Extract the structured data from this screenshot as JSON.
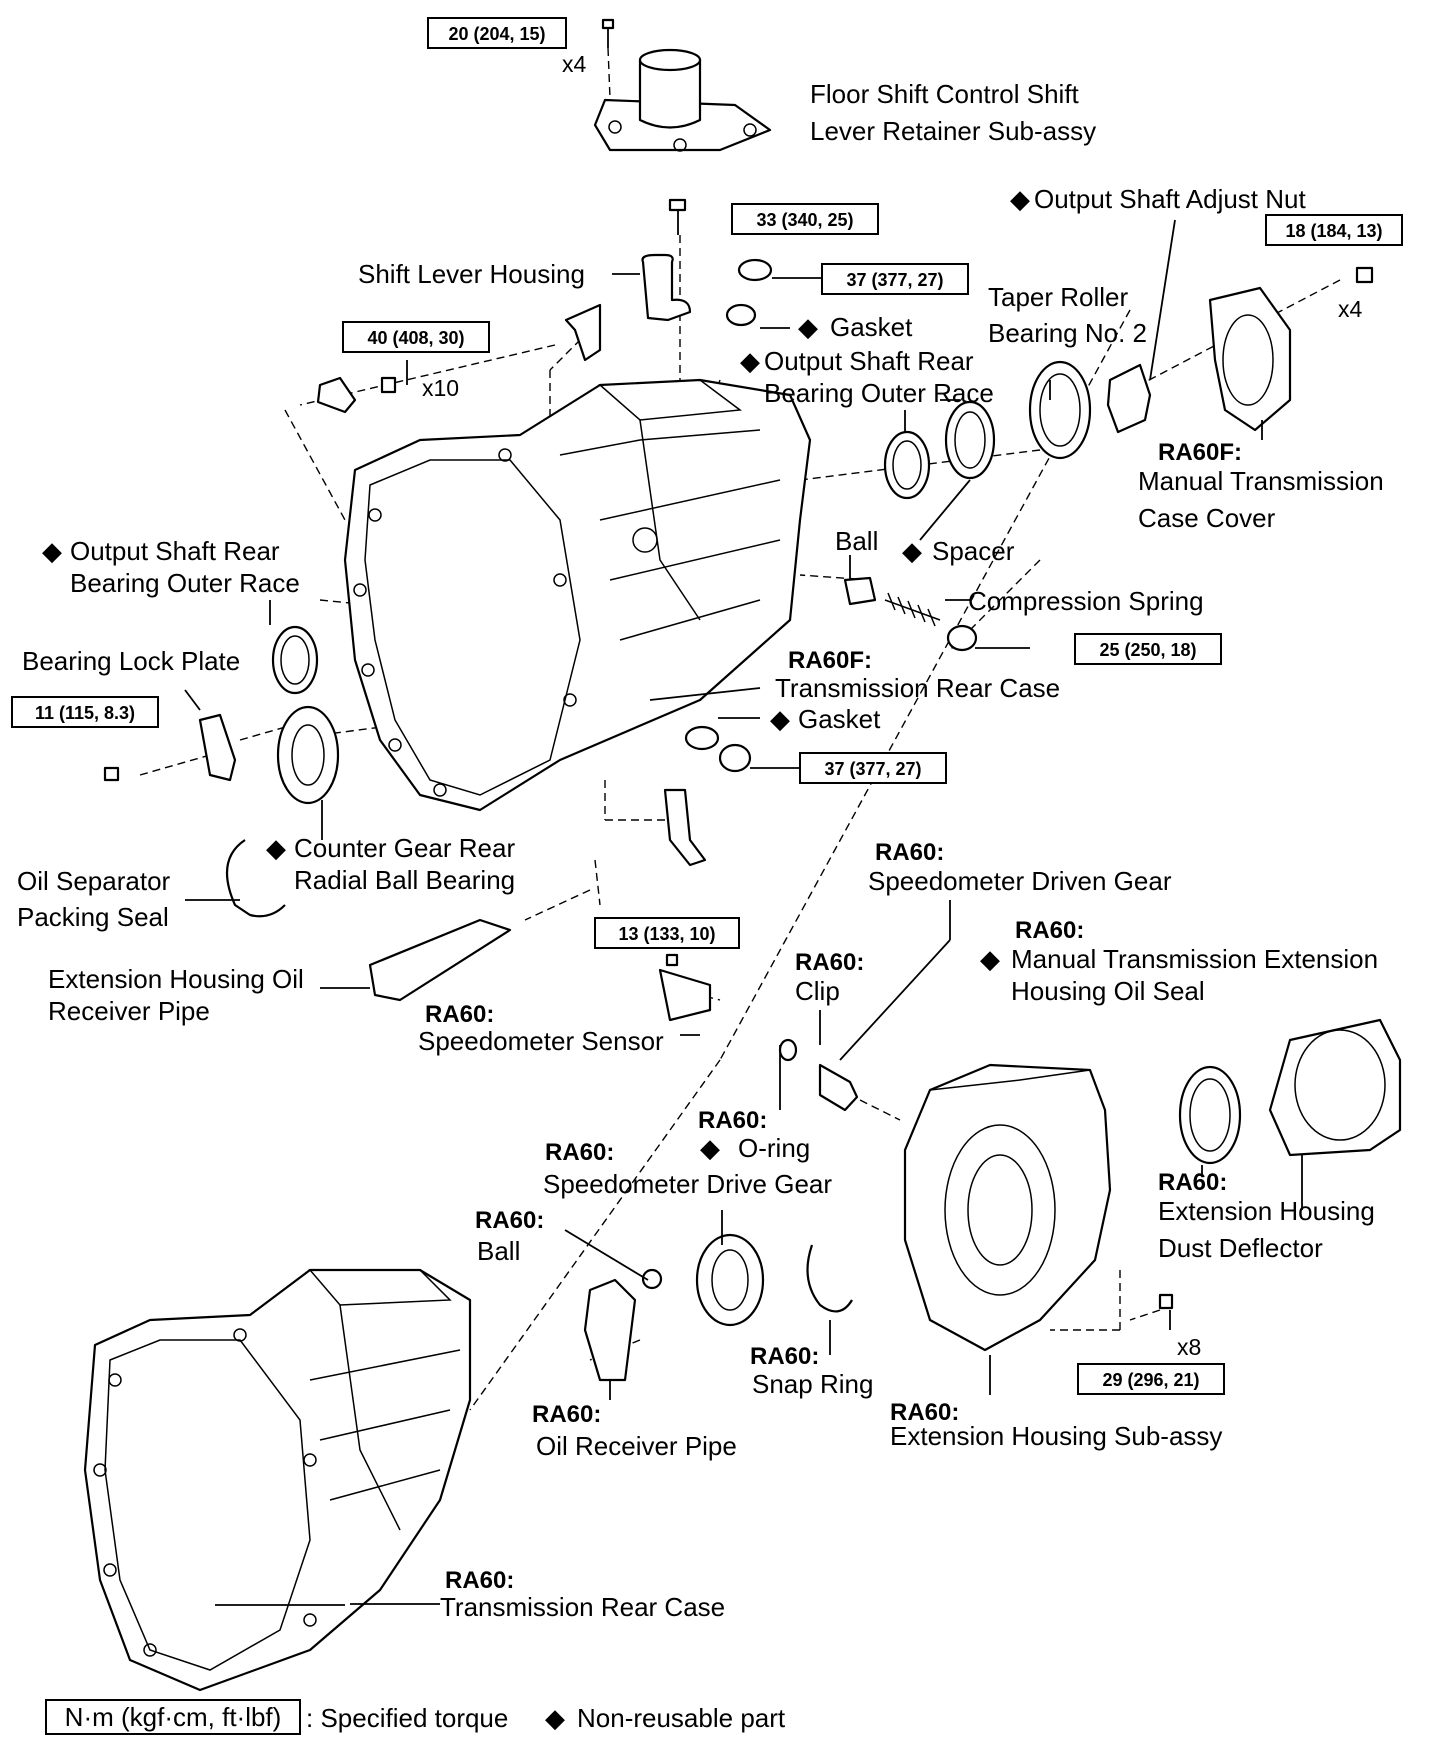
{
  "labels": {
    "floor_shift_1": "Floor  Shift  Control  Shift",
    "floor_shift_2": "Lever  Retainer  Sub-assy",
    "output_adjust_nut": "Output Shaft Adjust Nut",
    "shift_lever_housing": "Shift Lever Housing",
    "gasket_top": "Gasket",
    "taper_roller_1": "Taper Roller",
    "taper_roller_2": "Bearing No. 2",
    "output_race_r1": "Output   Shaft   Rear",
    "output_race_r2": "Bearing Outer Race",
    "ra60f_case_cover_tag": "RA60F:",
    "case_cover_1": "Manual  Transmission",
    "case_cover_2": "Case Cover",
    "output_race_l1": "Output   Shaft   Rear",
    "output_race_l2": "Bearing Outer Race",
    "ball": "Ball",
    "spacer": "Spacer",
    "compression_spring": "Compression Spring",
    "bearing_lock_plate": "Bearing Lock Plate",
    "ra60f_rear_case_tag": "RA60F:",
    "rear_case_f": "Transmission Rear Case",
    "gasket_mid": "Gasket",
    "counter_gear_1": "Counter   Gear   Rear",
    "counter_gear_2": "Radial Ball Bearing",
    "oil_sep_1": "Oil Separator",
    "oil_sep_2": "Packing Seal",
    "ra60_speedo_driven_tag": "RA60:",
    "speedo_driven": "Speedometer Driven Gear",
    "ra60_ext_seal_tag": "RA60:",
    "ext_seal_1": "Manual Transmission Extension",
    "ext_seal_2": "Housing Oil Seal",
    "ext_oil_pipe_1": "Extension Housing Oil",
    "ext_oil_pipe_2": "Receiver Pipe",
    "ra60_speedo_sensor_tag": "RA60:",
    "speedo_sensor": "Speedometer Sensor",
    "ra60_clip_tag": "RA60:",
    "clip": "Clip",
    "ra60_oring_tag": "RA60:",
    "oring": "O-ring",
    "ra60_speedo_drive_tag": "RA60:",
    "speedo_drive": "Speedometer Drive Gear",
    "ra60_ball_tag": "RA60:",
    "ra60_ball": "Ball",
    "ra60_dust_tag": "RA60:",
    "dust_1": "Extension Housing",
    "dust_2": "Dust Deflector",
    "ra60_snap_tag": "RA60:",
    "snap_ring": "Snap Ring",
    "ra60_ext_sub_tag": "RA60:",
    "ext_sub": "Extension Housing Sub-assy",
    "ra60_oil_pipe_tag": "RA60:",
    "oil_pipe": "Oil Receiver Pipe",
    "ra60_rear_case_tag": "RA60:",
    "rear_case": "Transmission Rear Case"
  },
  "torques": {
    "t20": "20 (204, 15)",
    "t33": "33 (340, 25)",
    "t18": "18 (184, 13)",
    "t37a": "37 (377, 27)",
    "t40": "40 (408, 30)",
    "t25": "25 (250, 18)",
    "t11": "11 (115, 8.3)",
    "t37b": "37 (377, 27)",
    "t13": "13 (133, 10)",
    "t29": "29 (296, 21)"
  },
  "multipliers": {
    "x4_top": "x4",
    "x4_right": "x4",
    "x10": "x10",
    "x8": "x8"
  },
  "legend": {
    "unit_box": "N·m (kgf·cm, ft·lbf)",
    "specified_torque": ": Specified torque",
    "non_reusable": "Non-reusable part"
  },
  "symbols": {
    "non_reusable_marker": "◆"
  }
}
